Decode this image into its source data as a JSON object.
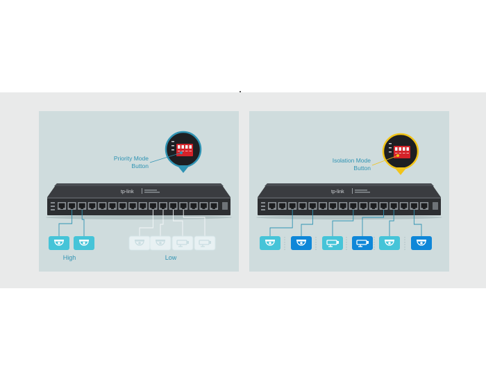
{
  "colors": {
    "accent_blue": "#2f93b3",
    "device_cyan": "#46c4d8",
    "device_blue": "#0f87d8",
    "device_faded": "#e8f1f3",
    "priority_ring": "#2f93b3",
    "isolation_ring": "#f2c418",
    "dip_red": "#d4232a",
    "switch_body": "#2c2e31"
  },
  "brand": {
    "logo_text": "tp-link"
  },
  "left_panel": {
    "callout_label": "Priority Mode\nButton",
    "group_high_label": "High",
    "group_low_label": "Low",
    "devices": [
      {
        "icon": "dome-camera-icon",
        "style": "cyan"
      },
      {
        "icon": "dome-camera-icon",
        "style": "cyan"
      },
      {
        "icon": "dome-camera-icon",
        "style": "faded"
      },
      {
        "icon": "dome-camera-icon",
        "style": "faded"
      },
      {
        "icon": "bullet-camera-icon",
        "style": "faded"
      },
      {
        "icon": "bullet-camera-icon",
        "style": "faded"
      }
    ]
  },
  "right_panel": {
    "callout_label": "Isolation Mode\nButton",
    "devices": [
      {
        "icon": "dome-camera-icon",
        "style": "cyan"
      },
      {
        "icon": "dome-camera-icon",
        "style": "blue"
      },
      {
        "icon": "bullet-camera-icon",
        "style": "cyan"
      },
      {
        "icon": "bullet-camera-icon",
        "style": "blue"
      },
      {
        "icon": "dome-camera-icon",
        "style": "cyan"
      },
      {
        "icon": "dome-camera-icon",
        "style": "blue"
      }
    ]
  }
}
